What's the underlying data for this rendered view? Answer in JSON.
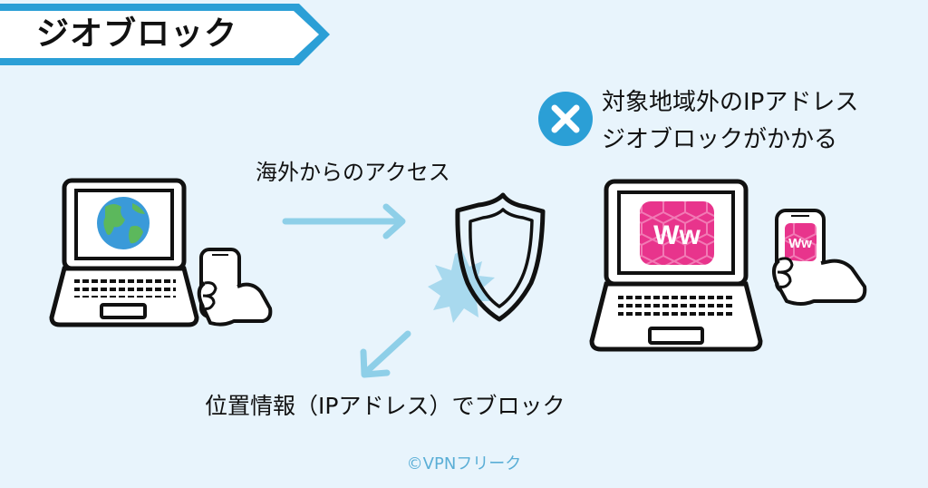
{
  "title": "ジオブロック",
  "access_label": "海外からのアクセス",
  "block_label": "位置情報（IPアドレス）でブロック",
  "geo_label_line1": "対象地域外のIPアドレス",
  "geo_label_line2": "ジオブロックがかかる",
  "app_letters": "Ww",
  "credit": "©VPNフリーク",
  "icons": {
    "left_screen": "globe-icon",
    "shield": "shield-icon",
    "status": "x-circle-icon",
    "app": "streaming-app-icon"
  },
  "colors": {
    "background": "#e8f4fc",
    "accent_blue": "#2b9fd6",
    "arrow_blue": "#8ecfe8",
    "app_pink": "#e8348c",
    "ink": "#111111"
  }
}
